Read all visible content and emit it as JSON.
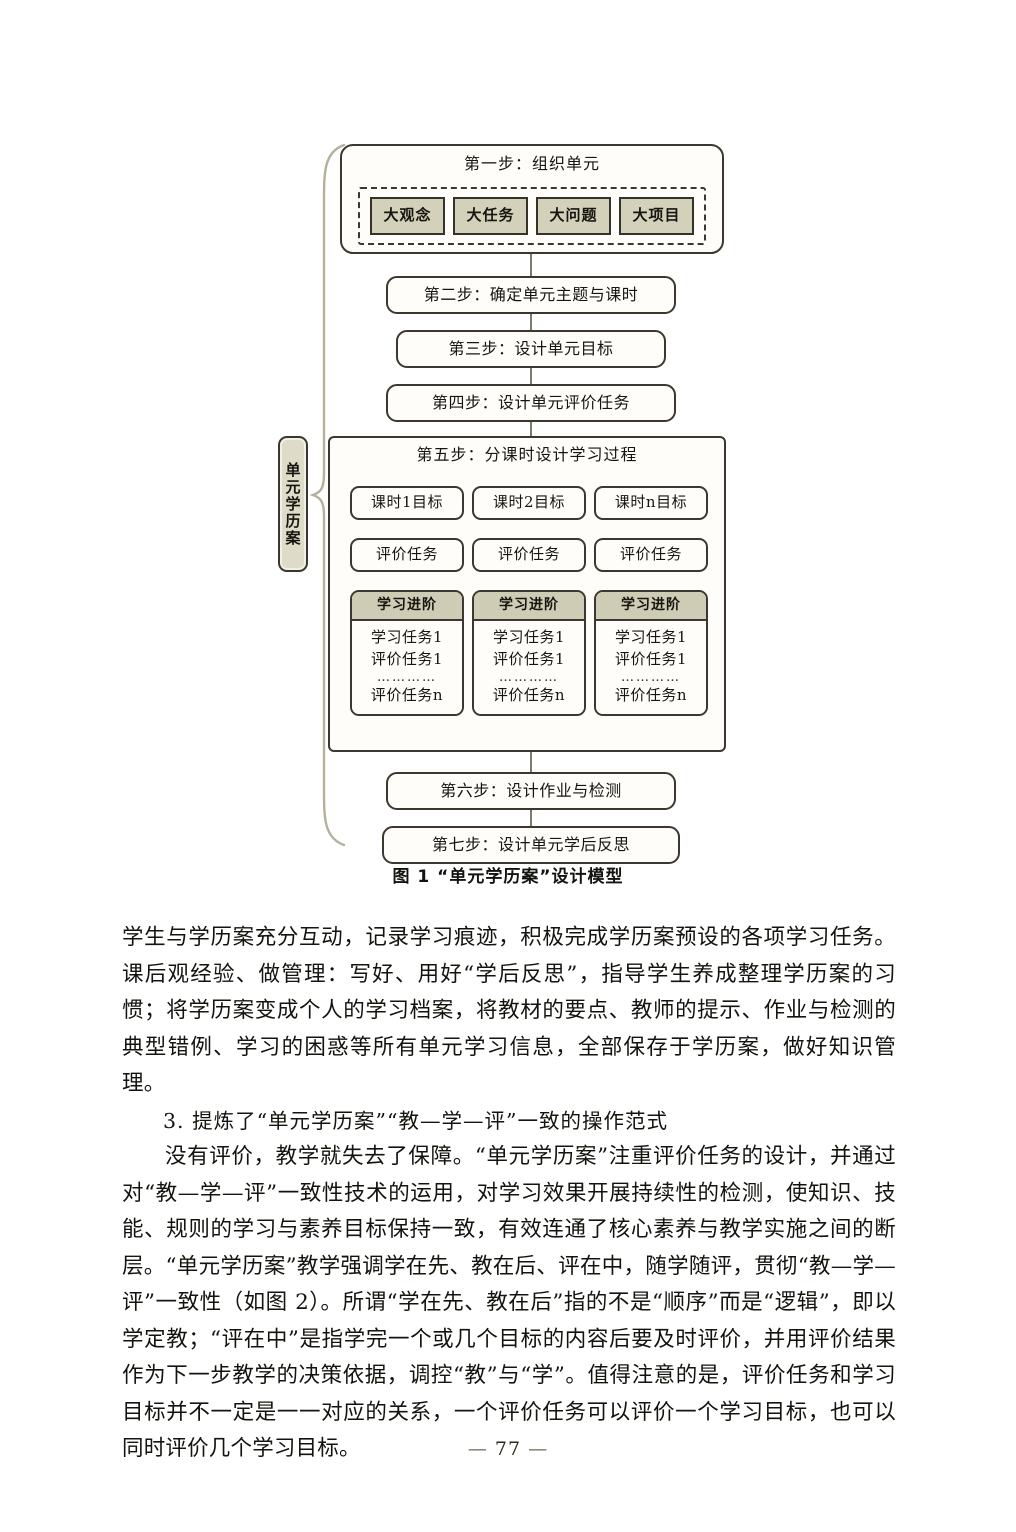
{
  "figure": {
    "caption": "图 1  “单元学历案”设计模型",
    "unit_label": "单元学历案",
    "step1": {
      "title": "第一步：组织单元",
      "chips": [
        "大观念",
        "大任务",
        "大问题",
        "大项目"
      ]
    },
    "step2": "第二步：确定单元主题与课时",
    "step3": "第三步：设计单元目标",
    "step4": "第四步：设计单元评价任务",
    "step5": {
      "title": "第五步：分课时设计学习过程",
      "columns": [
        {
          "goal": "课时1目标",
          "task": "评价任务",
          "stage_head": "学习进阶",
          "lines": [
            "学习任务1",
            "评价任务1"
          ],
          "dots": "…………",
          "last": "评价任务n"
        },
        {
          "goal": "课时2目标",
          "task": "评价任务",
          "stage_head": "学习进阶",
          "lines": [
            "学习任务1",
            "评价任务1"
          ],
          "dots": "…………",
          "last": "评价任务n"
        },
        {
          "goal": "课时n目标",
          "task": "评价任务",
          "stage_head": "学习进阶",
          "lines": [
            "学习任务1",
            "评价任务1"
          ],
          "dots": "…………",
          "last": "评价任务n"
        }
      ]
    },
    "step6": "第六步：设计作业与检测",
    "step7": "第七步：设计单元学后反思"
  },
  "body": {
    "para1": "学生与学历案充分互动，记录学习痕迹，积极完成学历案预设的各项学习任务。课后观经验、做管理：写好、用好“学后反思”，指导学生养成整理学历案的习惯；将学历案变成个人的学习档案，将教材的要点、教师的提示、作业与检测的典型错例、学习的困惑等所有单元学习信息，全部保存于学历案，做好知识管理。",
    "subhead": "3. 提炼了“单元学历案”“教—学—评”一致的操作范式",
    "para2": "没有评价，教学就失去了保障。“单元学历案”注重评价任务的设计，并通过对“教—学—评”一致性技术的运用，对学习效果开展持续性的检测，使知识、技能、规则的学习与素养目标保持一致，有效连通了核心素养与教学实施之间的断层。“单元学历案”教学强调学在先、教在后、评在中，随学随评，贯彻“教—学—评”一致性（如图 2）。所谓“学在先、教在后”指的不是“顺序”而是“逻辑”，即以学定教；“评在中”是指学完一个或几个目标的内容后要及时评价，并用评价结果作为下一步教学的决策依据，调控“教”与“学”。值得注意的是，评价任务和学习目标并不一定是一一对应的关系，一个评价任务可以评价一个学习目标，也可以同时评价几个学习目标。"
  },
  "page_number": "77",
  "colors": {
    "chip_fill": "#d4d1ba",
    "stage_head_fill": "#cfccb5",
    "label_fill": "#dedbc8",
    "line": "#3c382f",
    "paper": "#ffffff"
  }
}
